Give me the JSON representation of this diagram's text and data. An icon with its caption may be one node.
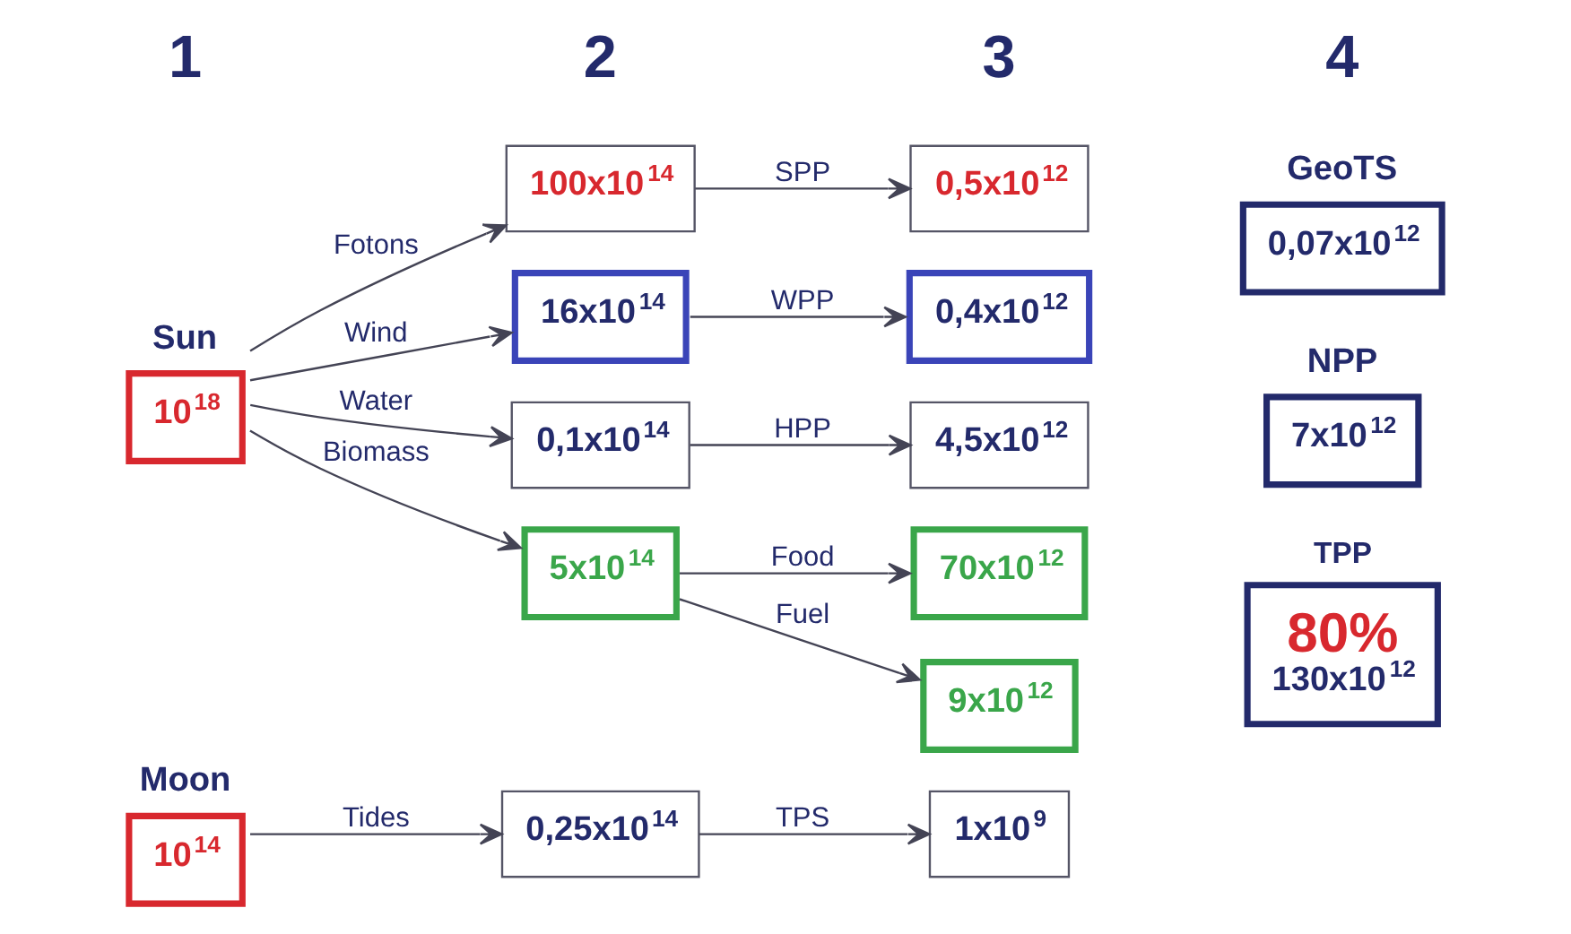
{
  "diagram": {
    "nodes": [
      {
        "text": [
          "Moon",
          "10$^{14}$"
        ]
      },
      {
        "text": [
          "Sun",
          "10$^{18}$"
        ]
      },
      {
        "text": [
          "0,25x10$^{14}$"
        ]
      },
      {
        "text": [
          "100x10$^{14}$"
        ]
      },
      {
        "text": [
          "16x10$^{14}$"
        ]
      },
      {
        "text": [
          "0,1x10$^{14}$"
        ]
      },
      {
        "text": [
          "5x10$^{14}$"
        ]
      },
      {
        "text": [
          "1x10$^{9}$"
        ]
      },
      {
        "text": [
          "0,5x10$^{12}$"
        ]
      },
      {
        "text": [
          "0,4x10$^{12}$"
        ]
      },
      {
        "text": [
          "4,5x10$^{12}$"
        ]
      },
      {
        "text": [
          "70x10$^{12}$"
        ]
      },
      {
        "text": [
          "9x10$^{12}$"
        ]
      },
      {
        "text": [
          "TPP",
          "80%",
          "130x10$^{12}$"
        ]
      },
      {
        "text": [
          "NPP",
          "7x10$^{12}$"
        ]
      },
      {
        "text": [
          "GeoTS",
          "0,07x10$^{12}$"
        ]
      }
    ],
    "edges": [
      {
        "from": 0,
        "to": 2,
        "arrow": "to",
        "label": "Tides"
      },
      {
        "from": 1,
        "to": 3,
        "arrow": "to",
        "label": "Fotons"
      },
      {
        "from": 1,
        "to": 4,
        "arrow": "to",
        "label": "Wind"
      },
      {
        "from": 1,
        "to": 5,
        "arrow": "to",
        "label": "Water"
      },
      {
        "from": 1,
        "to": 6,
        "arrow": "to",
        "label": "Biomass"
      },
      {
        "from": 2,
        "to": 7,
        "arrow": "to",
        "label": "TPS"
      },
      {
        "from": 3,
        "to": 8,
        "arrow": "to",
        "label": "SPP"
      },
      {
        "from": 4,
        "to": 9,
        "arrow": "to",
        "label": "WPP"
      },
      {
        "from": 5,
        "to": 10,
        "arrow": "to",
        "label": "HPP"
      },
      {
        "from": 6,
        "to": 11,
        "arrow": "to",
        "label": "Food"
      },
      {
        "from": 6,
        "to": 12,
        "arrow": "to",
        "label": "Fuel"
      }
    ],
    "labels": [
      "1",
      "2",
      "3",
      "4"
    ]
  }
}
